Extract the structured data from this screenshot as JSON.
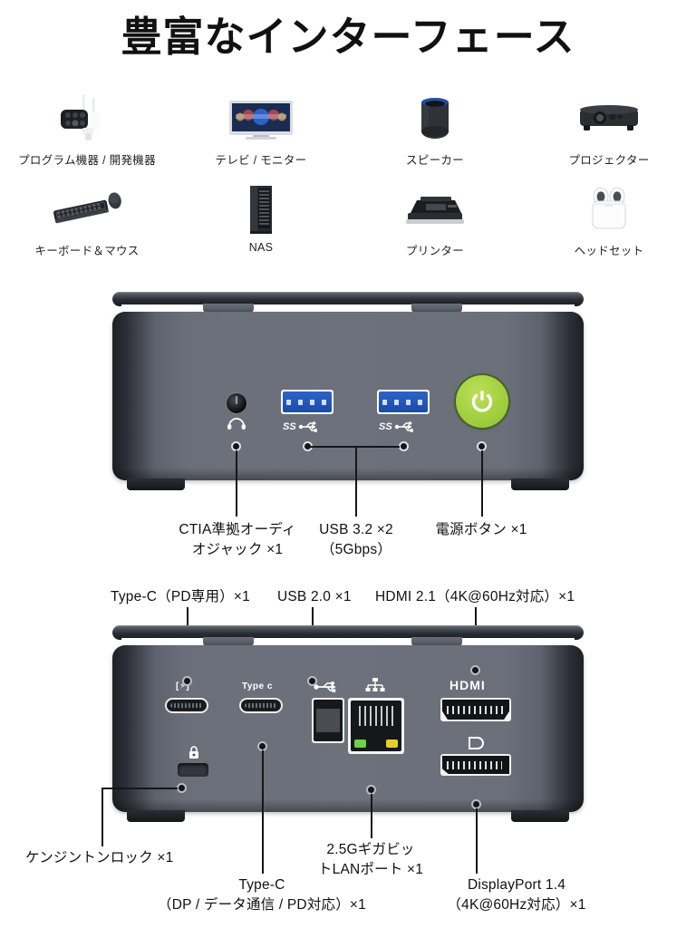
{
  "header": {
    "title": "豊富なインターフェース"
  },
  "devices": {
    "row1": [
      {
        "label": "プログラム機器 / 開発機器",
        "icon": "security-camera-icon"
      },
      {
        "label": "テレビ / モニター",
        "icon": "tv-monitor-icon"
      },
      {
        "label": "スピーカー",
        "icon": "smart-speaker-icon"
      },
      {
        "label": "プロジェクター",
        "icon": "projector-icon"
      }
    ],
    "row2": [
      {
        "label": "キーボード＆マウス",
        "icon": "keyboard-mouse-icon"
      },
      {
        "label": "NAS",
        "icon": "nas-server-icon"
      },
      {
        "label": "プリンター",
        "icon": "printer-icon"
      },
      {
        "label": "ヘッドセット",
        "icon": "earbuds-case-icon"
      }
    ]
  },
  "front_panel": {
    "silk": {
      "headphone": "headphone-icon",
      "usb_left": "SS",
      "usb_right": "SS"
    },
    "callouts": [
      {
        "line1": "CTIA準拠オーディ",
        "line2": "オジャック ×1"
      },
      {
        "line1": "USB 3.2 ×2",
        "line2": "（5Gbps）"
      },
      {
        "line1": "電源ボタン ×1",
        "line2": ""
      }
    ]
  },
  "rear_panel": {
    "silk": {
      "pd": "[⚡]",
      "typec": "Type c",
      "usb": "usb-icon",
      "lan": "lan-icon",
      "hdmi": "HDMI",
      "dp": "D",
      "lock": "padlock-icon"
    },
    "callouts_top": [
      "Type-C（PD専用）×1",
      "USB 2.0 ×1",
      "HDMI 2.1（4K@60Hz対応）×1"
    ],
    "callouts_bottom": [
      {
        "line1": "ケンジントンロック ×1",
        "line2": ""
      },
      {
        "line1": "Type-C",
        "line2": "（DP / データ通信 / PD対応）×1"
      },
      {
        "line1": "2.5Gギガビッ",
        "line2": "トLANポート ×1"
      },
      {
        "line1": "DisplayPort 1.4",
        "line2": "（4K@60Hz対応）×1"
      }
    ]
  },
  "colors": {
    "power_button": "#a6d344",
    "usb3_blue": "#2458bb",
    "lan_led_green": "#6cd24a",
    "lan_led_yellow": "#e3cf2c",
    "chassis": "#6d717b",
    "text": "#111111"
  }
}
